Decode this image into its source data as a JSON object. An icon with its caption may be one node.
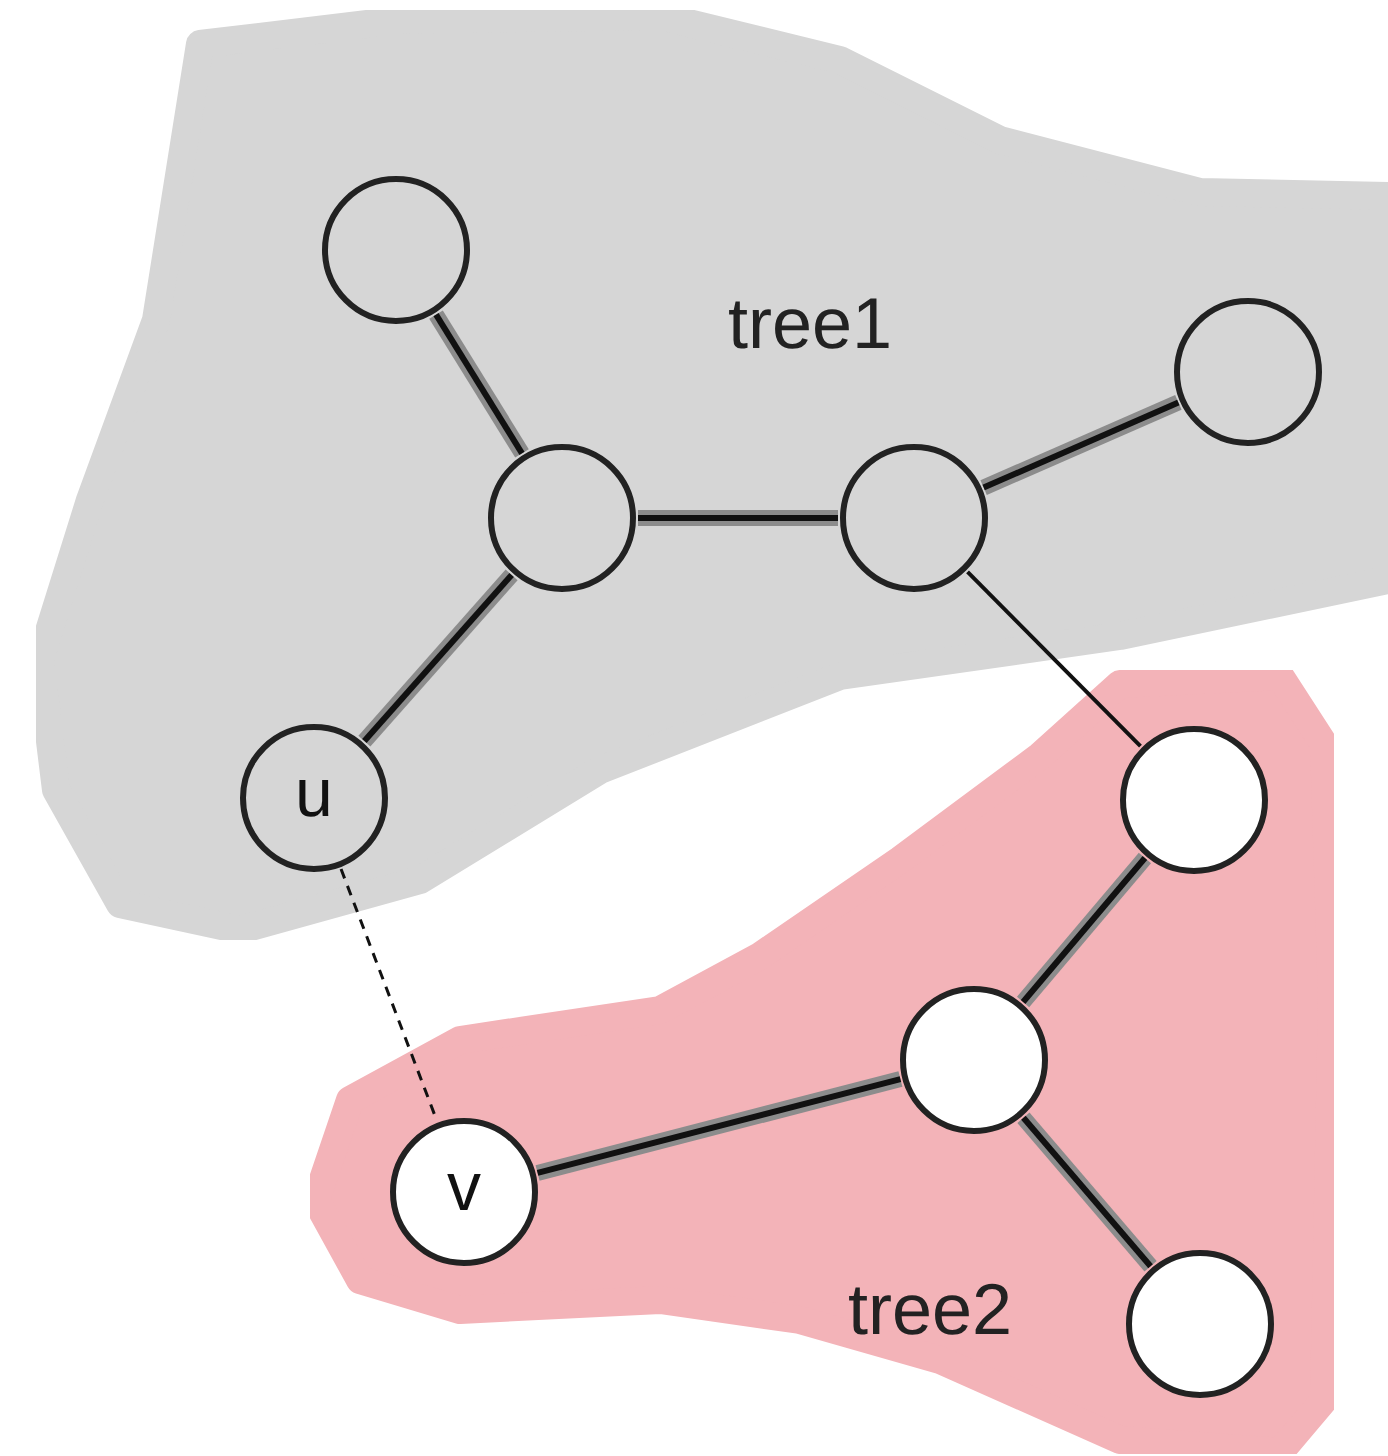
{
  "diagram": {
    "nodes": [
      {
        "text": [
          "tree1"
        ]
      },
      {
        "text": [],
        "shape": "circle",
        "in": 0
      },
      {
        "text": [],
        "shape": "circle",
        "in": 0
      },
      {
        "text": [],
        "shape": "circle",
        "in": 0
      },
      {
        "text": [],
        "shape": "circle",
        "in": 0
      },
      {
        "text": [
          "u"
        ],
        "in": 0
      },
      {
        "text": [
          "tree2"
        ]
      },
      {
        "text": [],
        "shape": "circle",
        "in": 6
      },
      {
        "text": [],
        "shape": "circle",
        "in": 6
      },
      {
        "text": [
          "v"
        ],
        "in": 6
      },
      {
        "text": [],
        "shape": "circle",
        "in": 6
      }
    ],
    "edges": [
      {
        "from": 1,
        "to": 2,
        "arrow": "none"
      },
      {
        "from": 2,
        "to": 3,
        "arrow": "none"
      },
      {
        "from": 3,
        "to": 4,
        "arrow": "none"
      },
      {
        "from": 2,
        "to": 5,
        "arrow": "none"
      },
      {
        "from": 3,
        "to": 7,
        "arrow": "none",
        "color": "#111111"
      },
      {
        "from": 5,
        "to": 9,
        "arrow": "none",
        "style": "dashed",
        "color": "#111111"
      },
      {
        "from": 7,
        "to": 8,
        "arrow": "none"
      },
      {
        "from": 8,
        "to": 9,
        "arrow": "none"
      },
      {
        "from": 8,
        "to": 10,
        "arrow": "none"
      }
    ]
  }
}
